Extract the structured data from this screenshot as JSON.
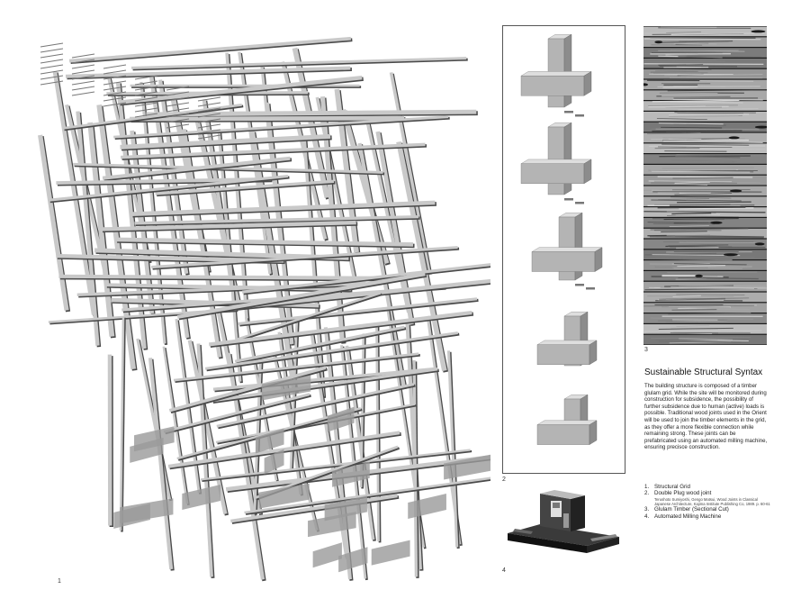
{
  "figures": {
    "structural_grid": {
      "number": "1",
      "icon": "structural-grid-drawing"
    },
    "wood_joint": {
      "number": "2",
      "icon": "wood-joint-sequence-drawing"
    },
    "glulam": {
      "number": "3",
      "icon": "glulam-section-image"
    },
    "milling_machine": {
      "number": "4",
      "icon": "milling-machine-image"
    }
  },
  "article": {
    "title": "Sustainable Structural Syntax",
    "body": "The building structure is composed of a timber glulam grid. While the site will be monitored during construction for subsidence, the possibility of further subsidence due to human (active) loads is possible. Traditional wood joints used in the Orient will be used to join the timber elements in the grid, as they offer a more flexible connection while remaining strong. These joints can be prefabricated using an automated milling machine, ensuring precisce construction."
  },
  "captions": [
    {
      "number": "1.",
      "text": "Structural Grid"
    },
    {
      "number": "2.",
      "text": "Double Plug wood joint",
      "reference": "Terushoto Sumiyoshi, Gengo Matsui, Wood Joints in Classical Japanese Architecture, Kajima Institute Publishing Co, 1989. p. 60-61"
    },
    {
      "number": "3.",
      "text": "Glulam Timber (Sectional Cut)"
    },
    {
      "number": "4.",
      "text": "Automated Milling Machine"
    }
  ],
  "colors": {
    "background": "#ffffff",
    "frame": "#555555",
    "timber": "#a8a8a8",
    "dark": "#1a1a1a"
  }
}
